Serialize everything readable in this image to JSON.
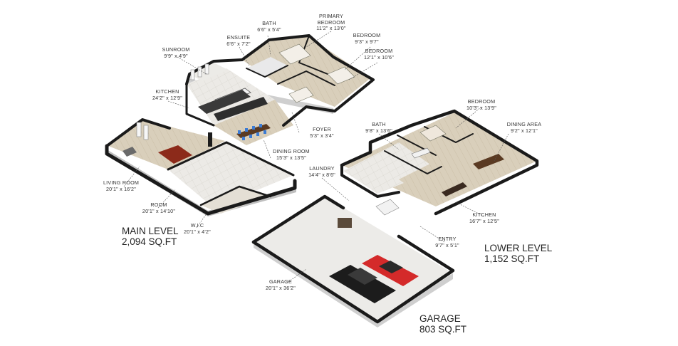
{
  "rooms": {
    "bath_main": {
      "name": "BATH",
      "dims": "6'6\" x 5'4\""
    },
    "primary_bedroom": {
      "name": "PRIMARY BEDROOM",
      "dims": "11'2\" x 13'0\""
    },
    "ensuite": {
      "name": "ENSUITE",
      "dims": "6'6\" x 7'2\""
    },
    "bedroom_1": {
      "name": "BEDROOM",
      "dims": "9'3\" x 9'7\""
    },
    "bedroom_2": {
      "name": "BEDROOM",
      "dims": "12'1\" x 10'6\""
    },
    "sunroom": {
      "name": "SUNROOM",
      "dims": "9'9\" x 4'9\""
    },
    "kitchen_main": {
      "name": "KITCHEN",
      "dims": "24'2\" x 12'9\""
    },
    "foyer": {
      "name": "FOYER",
      "dims": "5'3\" x 3'4\""
    },
    "dining_room": {
      "name": "DINING ROOM",
      "dims": "15'3\" x 13'5\""
    },
    "living_room": {
      "name": "LIVING ROOM",
      "dims": "20'1\" x 16'2\""
    },
    "room": {
      "name": "ROOM",
      "dims": "20'1\" x 14'10\""
    },
    "wic": {
      "name": "W.I.C",
      "dims": "20'1\" x 4'2\""
    },
    "bedroom_lower": {
      "name": "BEDROOM",
      "dims": "10'3\" x 13'9\""
    },
    "bath_lower": {
      "name": "BATH",
      "dims": "9'8\" x 13'6\""
    },
    "dining_area": {
      "name": "DINING AREA",
      "dims": "9'2\" x 12'1\""
    },
    "laundry": {
      "name": "LAUNDRY",
      "dims": "14'4\" x 8'6\""
    },
    "kitchen_lower": {
      "name": "KITCHEN",
      "dims": "16'7\" x 12'5\""
    },
    "entry": {
      "name": "ENTRY",
      "dims": "9'7\" x 5'1\""
    },
    "garage": {
      "name": "GARAGE",
      "dims": "20'1\" x 36'2\""
    }
  },
  "levels": {
    "main": {
      "name": "MAIN LEVEL",
      "area": "2,094 SQ.FT"
    },
    "lower": {
      "name": "LOWER LEVEL",
      "area": "1,152 SQ.FT"
    },
    "garage": {
      "name": "GARAGE",
      "area": "803 SQ.FT"
    }
  },
  "colors": {
    "wall": "#1a1a1a",
    "wall_side": "#c9c9c9",
    "floor_wood": "#d8cdb8",
    "floor_concrete": "#e8e6e2",
    "car_red": "#d42a2a",
    "car_black": "#1c1c1c",
    "dining_chairs": "#3b7bd4"
  }
}
